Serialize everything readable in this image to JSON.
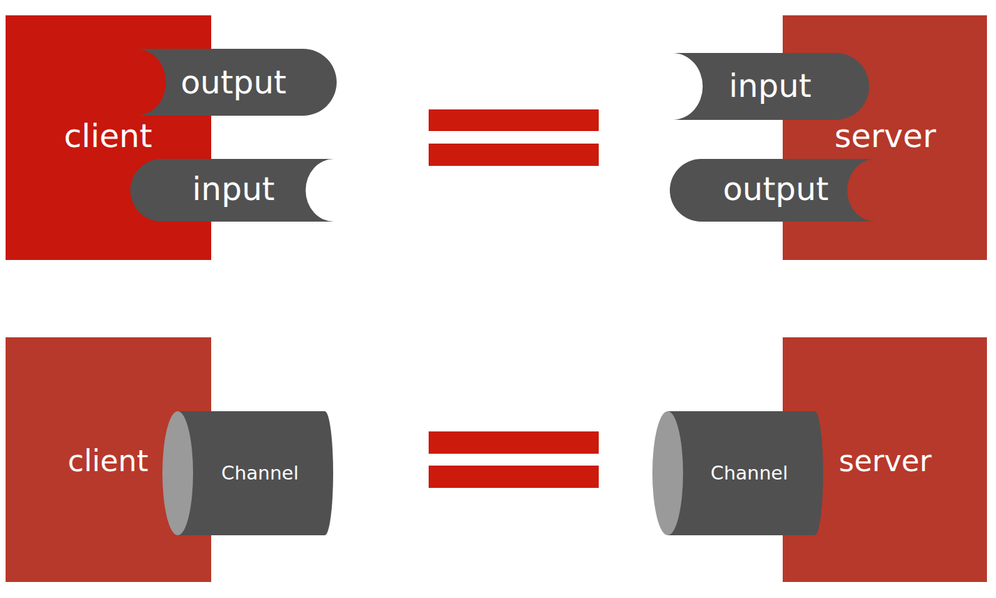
{
  "diagram": {
    "nodes": [
      {
        "text": [
          "client"
        ]
      },
      {
        "text": [
          "output"
        ],
        "in": 0
      },
      {
        "text": [
          "input"
        ],
        "in": 0
      },
      {
        "text": [
          "server"
        ]
      },
      {
        "text": [
          "input"
        ],
        "in": 3
      },
      {
        "text": [
          "output"
        ],
        "in": 3
      },
      {
        "text": [
          "client"
        ]
      },
      {
        "text": [
          "Channel"
        ],
        "in": 6
      },
      {
        "text": [
          "server"
        ]
      },
      {
        "text": [
          "Channel"
        ],
        "in": 8
      }
    ]
  }
}
